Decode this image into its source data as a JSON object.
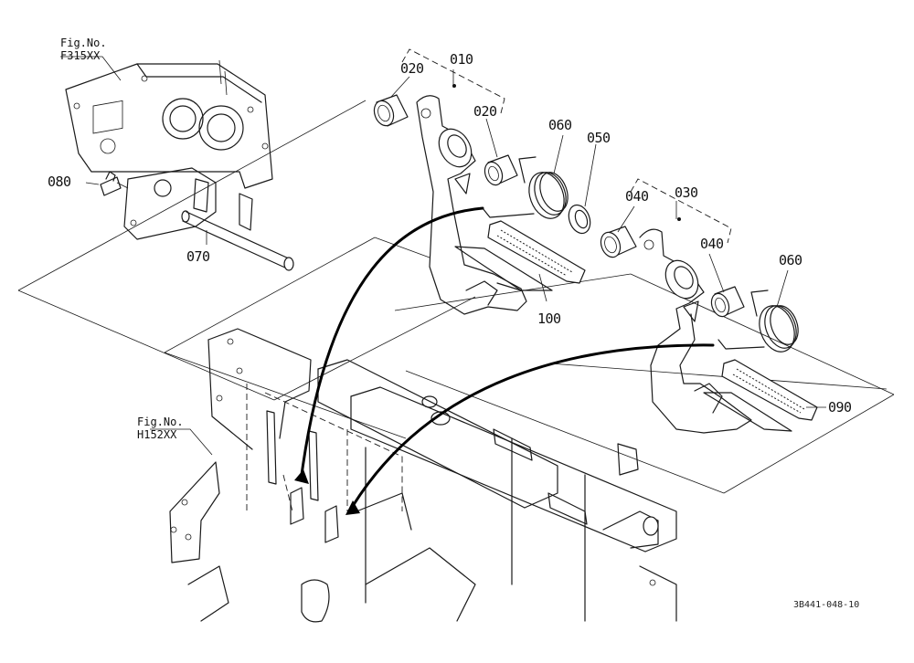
{
  "figure_refs": [
    {
      "title": "Fig.No.",
      "code": "F315XX"
    },
    {
      "title": "Fig.No.",
      "code": "H152XX"
    }
  ],
  "part_numbers": {
    "p010": "010",
    "p020a": "020",
    "p020b": "020",
    "p030": "030",
    "p040a": "040",
    "p040b": "040",
    "p050": "050",
    "p060a": "060",
    "p060b": "060",
    "p070": "070",
    "p080": "080",
    "p090": "090",
    "p100": "100"
  },
  "drawing_code": "3B441-048-10"
}
